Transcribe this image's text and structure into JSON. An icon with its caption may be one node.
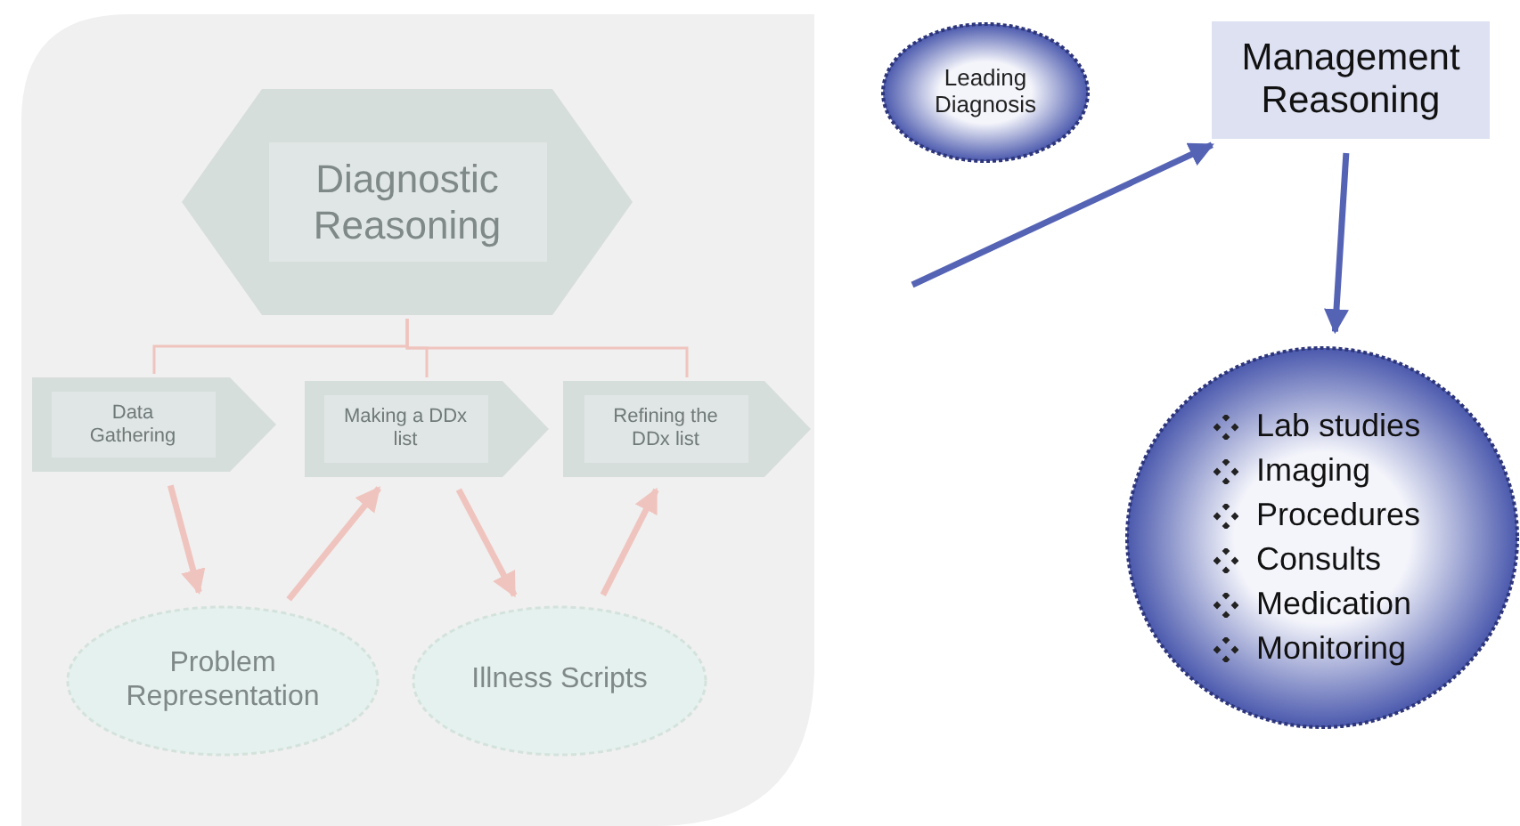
{
  "diagram": {
    "nodes": [
      {
        "text": [],
        "shape": "box"
      },
      {
        "text": [
          "Diagnostic Reasoning"
        ],
        "in": 0
      },
      {
        "text": [
          "Data Gathering"
        ],
        "in": 0
      },
      {
        "text": [
          "Making a DDx list"
        ],
        "in": 0
      },
      {
        "text": [
          "Refining the DDx list"
        ],
        "in": 0
      },
      {
        "text": [
          "Problem Representation"
        ],
        "in": 0
      },
      {
        "text": [
          "Illness Scripts"
        ],
        "in": 0
      },
      {
        "text": [
          "Leading Diagnosis"
        ]
      },
      {
        "text": [
          "Management Reasoning"
        ]
      },
      {
        "text": [
          "Lab studies",
          "Imaging",
          "Procedures",
          "Consults",
          "Medication",
          "Monitoring"
        ]
      }
    ],
    "edges": [
      {
        "from": 1,
        "to": 2,
        "arrow": "none"
      },
      {
        "from": 1,
        "to": 3,
        "arrow": "none"
      },
      {
        "from": 1,
        "to": 4,
        "arrow": "none"
      },
      {
        "from": 2,
        "to": 5,
        "arrow": "to"
      },
      {
        "from": 5,
        "to": 3,
        "arrow": "to"
      },
      {
        "from": 3,
        "to": 6,
        "arrow": "to"
      },
      {
        "from": 6,
        "to": 4,
        "arrow": "to"
      },
      {
        "from": null,
        "to": 8,
        "arrow": "to",
        "color": "#5563b5"
      },
      {
        "from": 8,
        "to": 9,
        "arrow": "to",
        "color": "#5563b5"
      }
    ]
  }
}
